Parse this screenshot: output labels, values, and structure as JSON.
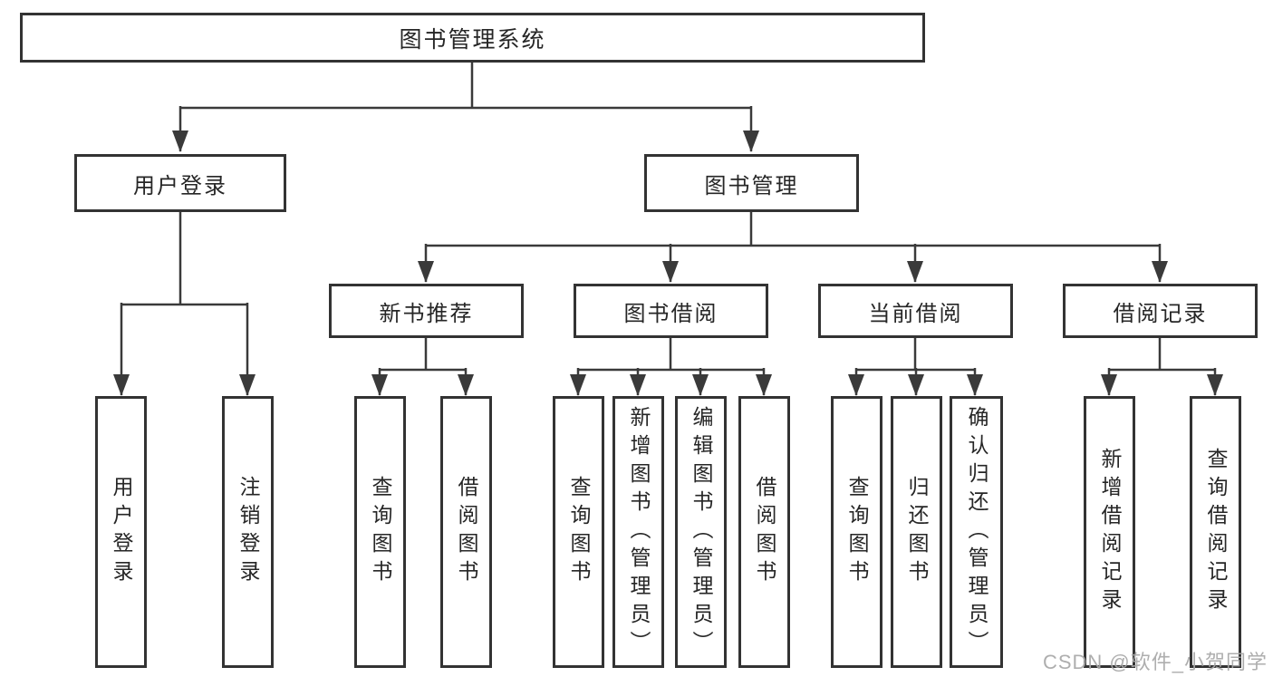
{
  "diagram": {
    "nodes": {
      "root": "图书管理系统",
      "user_login": "用户登录",
      "book_mgmt": "图书管理",
      "leaf_user_login": "用户登录",
      "leaf_logout": "注销登录",
      "new_book_rec": "新书推荐",
      "book_borrow": "图书借阅",
      "current_borrow": "当前借阅",
      "borrow_records": "借阅记录",
      "nbr_query_books": "查询图书",
      "nbr_borrow_books": "借阅图书",
      "bb_query_books": "查询图书",
      "bb_add_books": "新增图书（管理员）",
      "bb_edit_books": "编辑图书（管理员）",
      "bb_borrow_books": "借阅图书",
      "cb_query_books": "查询图书",
      "cb_return_books": "归还图书",
      "cb_confirm_return": "确认归还（管理员）",
      "br_add_record": "新增借阅记录",
      "br_query_record": "查询借阅记录"
    },
    "watermark": "CSDN @软件_小贺同学",
    "colors": {
      "line": "#3a3a3a",
      "border": "#333333",
      "text": "#262626",
      "watermark": "#a7a7a7",
      "background": "#ffffff"
    }
  }
}
